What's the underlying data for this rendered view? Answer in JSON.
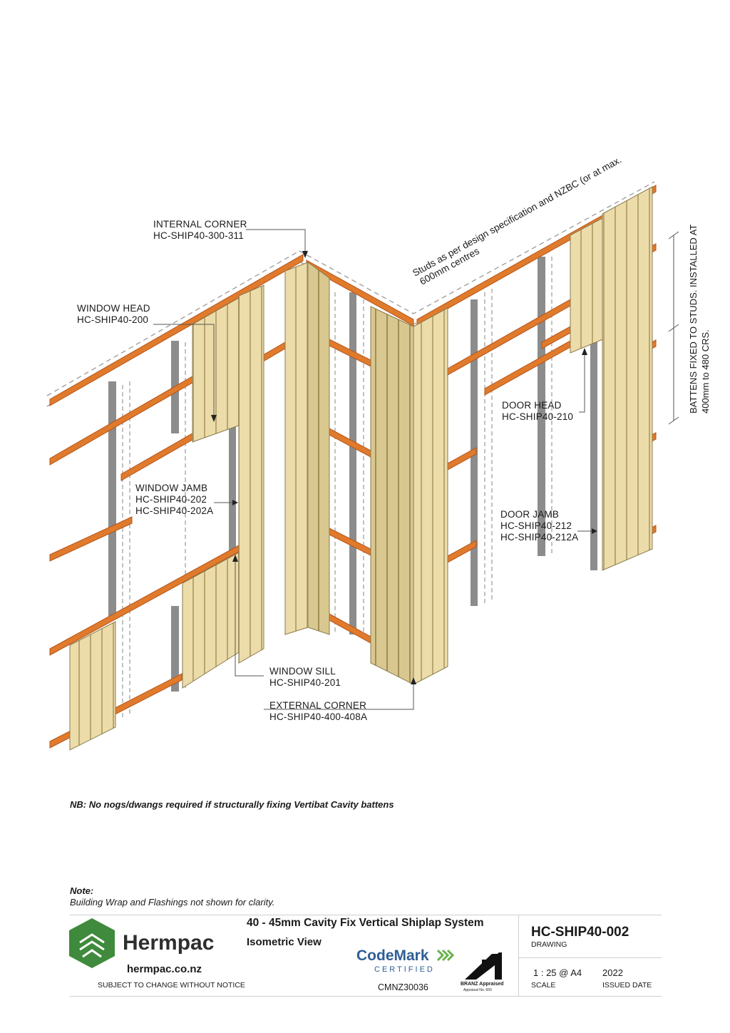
{
  "labels": {
    "internal_corner": {
      "title": "INTERNAL CORNER",
      "code": "HC-SHIP40-300-311"
    },
    "window_head": {
      "title": "WINDOW HEAD",
      "code": "HC-SHIP40-200"
    },
    "window_jamb": {
      "title": "WINDOW JAMB",
      "code1": "HC-SHIP40-202",
      "code2": "HC-SHIP40-202A"
    },
    "window_sill": {
      "title": "WINDOW SILL",
      "code": "HC-SHIP40-201"
    },
    "external_corner": {
      "title": "EXTERNAL CORNER",
      "code": "HC-SHIP40-400-408A"
    },
    "door_head": {
      "title": "DOOR HEAD",
      "code": "HC-SHIP40-210"
    },
    "door_jamb": {
      "title": "DOOR JAMB",
      "code1": "HC-SHIP40-212",
      "code2": "HC-SHIP40-212A"
    },
    "studs_line1": "Studs as per design specification and NZBC (or at max.",
    "studs_line2": "600mm centres",
    "battens_line1": "BATTENS FIXED TO STUDS. INSTALLED AT",
    "battens_line2": "400mm to 480 CRS."
  },
  "notes": {
    "nb": "NB: No nogs/dwangs required if structurally fixing Vertibat Cavity battens",
    "note_title": "Note:",
    "note_text": "Building Wrap and Flashings not shown for clarity."
  },
  "title_block": {
    "brand": "Hermpac",
    "website": "hermpac.co.nz",
    "disclaimer": "SUBJECT TO CHANGE WITHOUT NOTICE",
    "title": "40 - 45mm Cavity Fix Vertical Shiplap System",
    "subtitle": "Isometric View",
    "codemark": "CodeMark",
    "codemark_cert": "CERTIFIED",
    "codemark_no": "CMNZ30036",
    "branz": "BRANZ Appraised",
    "branz_no": "Appraisal No. 650",
    "drawing_no": "HC-SHIP40-002",
    "drawing_label": "DRAWING",
    "scale": "1 : 25 @ A4",
    "scale_label": "SCALE",
    "issued": "2022",
    "issued_label": "ISSUED DATE"
  },
  "colors": {
    "batten": "#e07a2c",
    "batten_dark": "#b5561a",
    "cladding": "#ecdcaa",
    "cladding_dark": "#c9b67e",
    "stud": "#8c8c8c",
    "brand_green": "#3f8a3c",
    "codemark_blue": "#2f5f95"
  }
}
